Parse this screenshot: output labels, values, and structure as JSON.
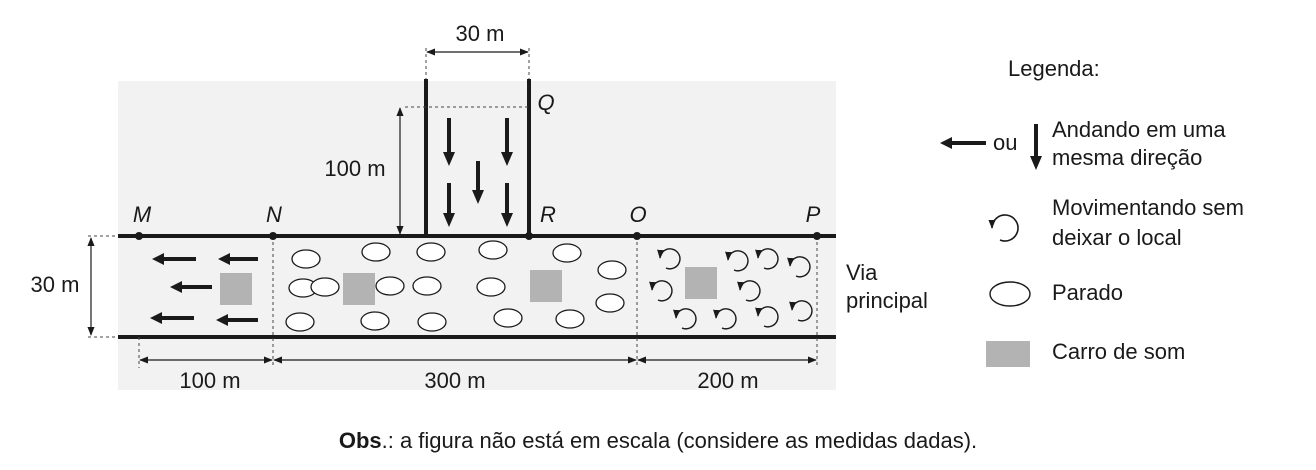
{
  "dimensions": {
    "street_width_top": "30 m",
    "street_length": "100 m",
    "road_width": "30 m",
    "segment_mn": "100 m",
    "segment_no": "300 m",
    "segment_op": "200 m"
  },
  "points": [
    "M",
    "N",
    "R",
    "Q",
    "O",
    "P"
  ],
  "road_label": [
    "Via",
    "principal"
  ],
  "legend": {
    "title": "Legenda:",
    "or_text": "ou",
    "walking_label": [
      "Andando em uma",
      "mesma direção"
    ],
    "moving_label": [
      "Movimentando sem",
      "deixar o local"
    ],
    "stopped_label": "Parado",
    "soundcar_label": "Carro de som"
  },
  "colors": {
    "background_gray": "#f2f2f2",
    "sound_car": "#b3b3b3",
    "lines": "#1a1a1a"
  },
  "note": {
    "bold": "Obs",
    "text": ".: a figura não está em escala (considere as medidas dadas)."
  }
}
